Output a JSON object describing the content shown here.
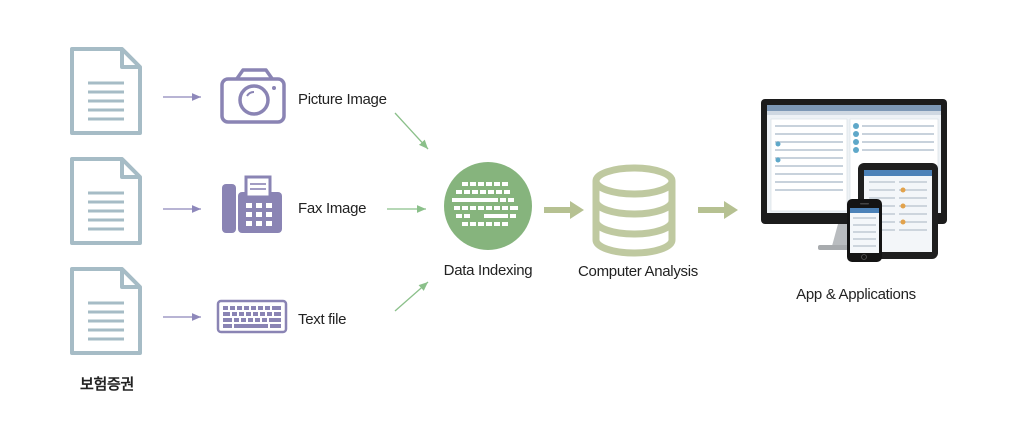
{
  "diagram": {
    "document_group_label": "보험증권",
    "inputs": [
      {
        "label": "Picture Image",
        "icon": "camera-icon"
      },
      {
        "label": "Fax Image",
        "icon": "fax-icon"
      },
      {
        "label": "Text file",
        "icon": "keyboard-icon"
      }
    ],
    "steps": [
      {
        "label": "Data Indexing",
        "icon": "data-indexing-icon"
      },
      {
        "label": "Computer Analysis",
        "icon": "database-icon"
      },
      {
        "label": "App & Applications",
        "icon": "devices-icon"
      }
    ]
  },
  "colors": {
    "document": "#a6bcc6",
    "input_icon": "#8a84b4",
    "input_arrow": "#8e88bb",
    "green_arrow": "#8bc08a",
    "indexing_circle": "#86b47d",
    "database": "#bfc9a0",
    "flow_arrow": "#b6c192",
    "device_dark": "#1c1c1c"
  }
}
